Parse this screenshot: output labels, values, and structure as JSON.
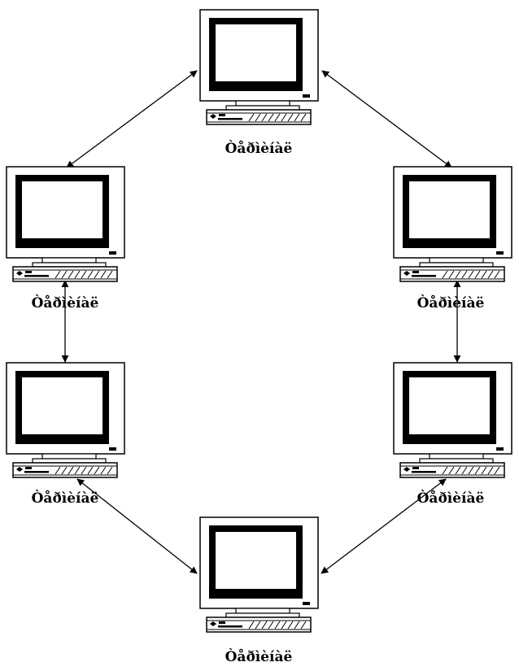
{
  "diagram": {
    "nodes": [
      {
        "id": "top",
        "label": "Òåðìèíàë"
      },
      {
        "id": "upper-left",
        "label": "Òåðìèíàë"
      },
      {
        "id": "upper-right",
        "label": "Òåðìèíàë"
      },
      {
        "id": "lower-left",
        "label": "Òåðìèíàë"
      },
      {
        "id": "lower-right",
        "label": "Òåðìèíàë"
      },
      {
        "id": "bottom",
        "label": "Òåðìèíàë"
      }
    ],
    "edges": [
      {
        "from": "top",
        "to": "upper-left",
        "direction": "both"
      },
      {
        "from": "top",
        "to": "upper-right",
        "direction": "both"
      },
      {
        "from": "upper-left",
        "to": "lower-left",
        "direction": "both"
      },
      {
        "from": "upper-right",
        "to": "lower-right",
        "direction": "both"
      },
      {
        "from": "lower-left",
        "to": "bottom",
        "direction": "both"
      },
      {
        "from": "lower-right",
        "to": "bottom",
        "direction": "both"
      }
    ],
    "colors": {
      "line": "#000000",
      "background": "#ffffff"
    }
  }
}
